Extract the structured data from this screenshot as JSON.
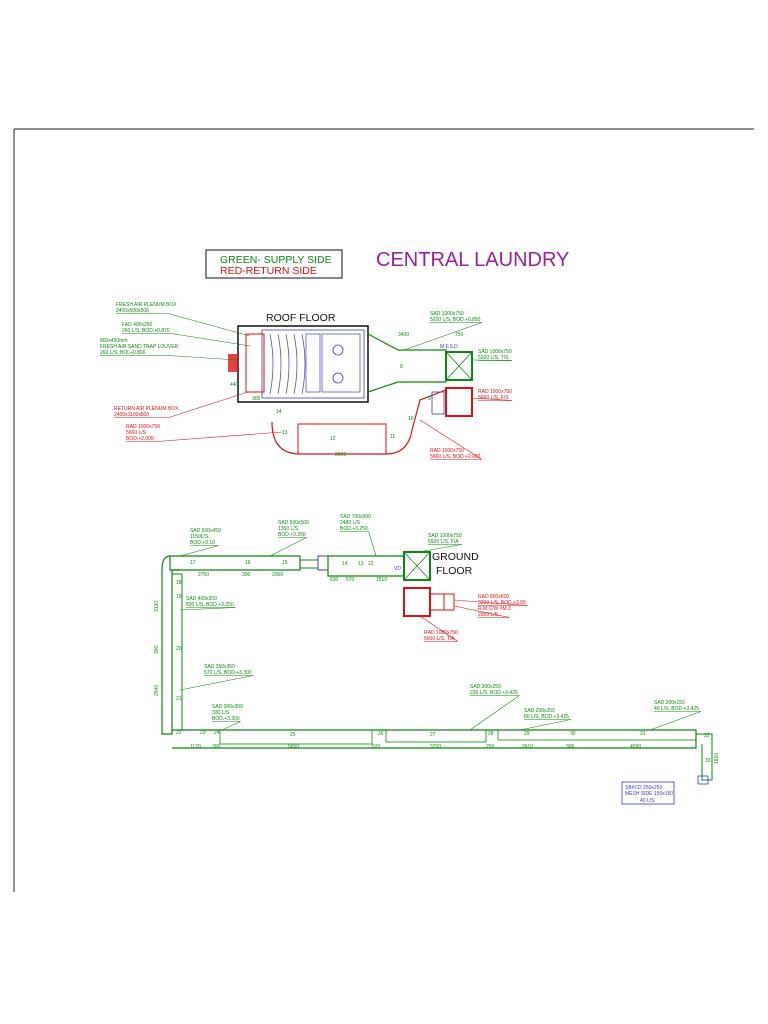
{
  "legend": {
    "supply": "GREEN- SUPPLY SIDE",
    "return": "RED-RETURN SIDE"
  },
  "title": "CENTRAL LAUNDRY",
  "floors": {
    "roof": "ROOF FLOOR",
    "ground": "GROUND FLOOR"
  },
  "colors": {
    "supply": "#0a8a0a",
    "return": "#e01010",
    "title": "#9a1fa0",
    "outline": "#111111",
    "note": "#3a3ac8"
  },
  "roof": {
    "notes": [
      {
        "id": "fresh-air-plenum",
        "line1": "FRESH AIR PLENUM BOX",
        "line2": "2400x500x500",
        "side": "supply"
      },
      {
        "id": "fad",
        "line1": "FAD 400x250",
        "line2": "260 L/S, BOD.+0.870",
        "side": "supply"
      },
      {
        "id": "sand-trap",
        "line1": "800x450mm",
        "line2": "FRESH AIR SAND TRAP LOUVER",
        "line3": "260 L/S, BOL+0.800",
        "side": "supply"
      },
      {
        "id": "return-plenum",
        "line1": "RETURN AIR PLENUM BOX",
        "line2": "2400x1100x800",
        "side": "return"
      },
      {
        "id": "rad-1000",
        "line1": "RAD 1000x750",
        "line2": "5660 L/S",
        "line3": "BOD.+2.000",
        "side": "return"
      },
      {
        "id": "sad-top",
        "line1": "SAD 1000x750",
        "line2": "5920 L/S, BOD.+0.850",
        "side": "supply"
      },
      {
        "id": "sad-right",
        "line1": "SAD 1000x750",
        "line2": "5920 L/S, T/S",
        "side": "supply"
      },
      {
        "id": "rad-right",
        "line1": "RAD 1000x750",
        "line2": "5660 L/S, F/S",
        "side": "return"
      },
      {
        "id": "rad-bottom",
        "line1": "RAD 1000x750",
        "line2": "5660 L/S, BOD.+2.000",
        "side": "return"
      }
    ],
    "dims": [
      "440",
      "300",
      "14",
      "13",
      "12",
      "11",
      "10",
      "9",
      "8",
      "3400",
      "750",
      "2000"
    ],
    "shaft": "M.F.S.D"
  },
  "ground": {
    "notes": [
      {
        "id": "sad-500x450",
        "line1": "SAD 500x450",
        "line2": "1150L/S,",
        "line3": "BOD.+3.10",
        "side": "supply"
      },
      {
        "id": "sad-500x500",
        "line1": "SAD 500x500",
        "line2": "1350 L/S,",
        "line3": "BOD.+3.250",
        "side": "supply"
      },
      {
        "id": "sad-700x500",
        "line1": "SAD 700x500",
        "line2": "2480 L/S",
        "line3": "BOD.+3.250",
        "side": "supply"
      },
      {
        "id": "sad-1000x750",
        "line1": "SAD 1000x750",
        "line2": "5920 L/S, F/A",
        "side": "supply"
      },
      {
        "id": "sad-400x350",
        "line1": "SAD 400x350",
        "line2": "830 L/S, BOD.+3.250",
        "side": "supply"
      },
      {
        "id": "sad-350x350",
        "line1": "SAD 350x350",
        "line2": "570 L/S, BOD.+3.300",
        "side": "supply"
      },
      {
        "id": "sad-300x300",
        "line1": "SAD 300x300",
        "line2": "330 L/S,",
        "line3": "BOD.+3.300",
        "side": "supply"
      },
      {
        "id": "sad-300x250",
        "line1": "SAD 300x250",
        "line2": "230 L/S, BOD.+3.425",
        "side": "supply"
      },
      {
        "id": "sad-200x200",
        "line1": "SAD 200x200",
        "line2": "80 L/S, BOD.+3.425",
        "side": "supply"
      },
      {
        "id": "sad-200x150",
        "line1": "SAD 200x150",
        "line2": "40 L/S, BOD.+3.425",
        "side": "supply"
      },
      {
        "id": "rad-800x600",
        "line1": "RAD 800x600",
        "line2": "3200 L/S, BOD.+3.00",
        "side": "return"
      },
      {
        "id": "rm-ctw",
        "line1": "R.M C/W #M.3",
        "line2": "2000 L/S",
        "side": "return"
      },
      {
        "id": "rad-ground",
        "line1": "RAD 1000x750",
        "line2": "5660 L/S, T/A",
        "side": "return"
      }
    ],
    "segments": [
      "17",
      "16",
      "15",
      "14",
      "13",
      "12",
      "18",
      "19",
      "20",
      "21",
      "22",
      "23",
      "24",
      "25",
      "26",
      "27",
      "28",
      "29",
      "30",
      "31",
      "32",
      "33"
    ],
    "dims_top": [
      "2750",
      "300",
      "2000",
      "630",
      "570",
      "1510"
    ],
    "dims_bottom": [
      "1120",
      "300",
      "5650",
      "520",
      "3700",
      "250",
      "2610",
      "300",
      "4590"
    ],
    "dims_left": [
      "3130",
      "300",
      "2540"
    ],
    "dims_right": [
      "1810"
    ],
    "box_note": {
      "line1": "SB#CD 250x250",
      "line2": "MESH SIDE 150x150",
      "line3": "40 L/S"
    },
    "vd": "VD"
  }
}
